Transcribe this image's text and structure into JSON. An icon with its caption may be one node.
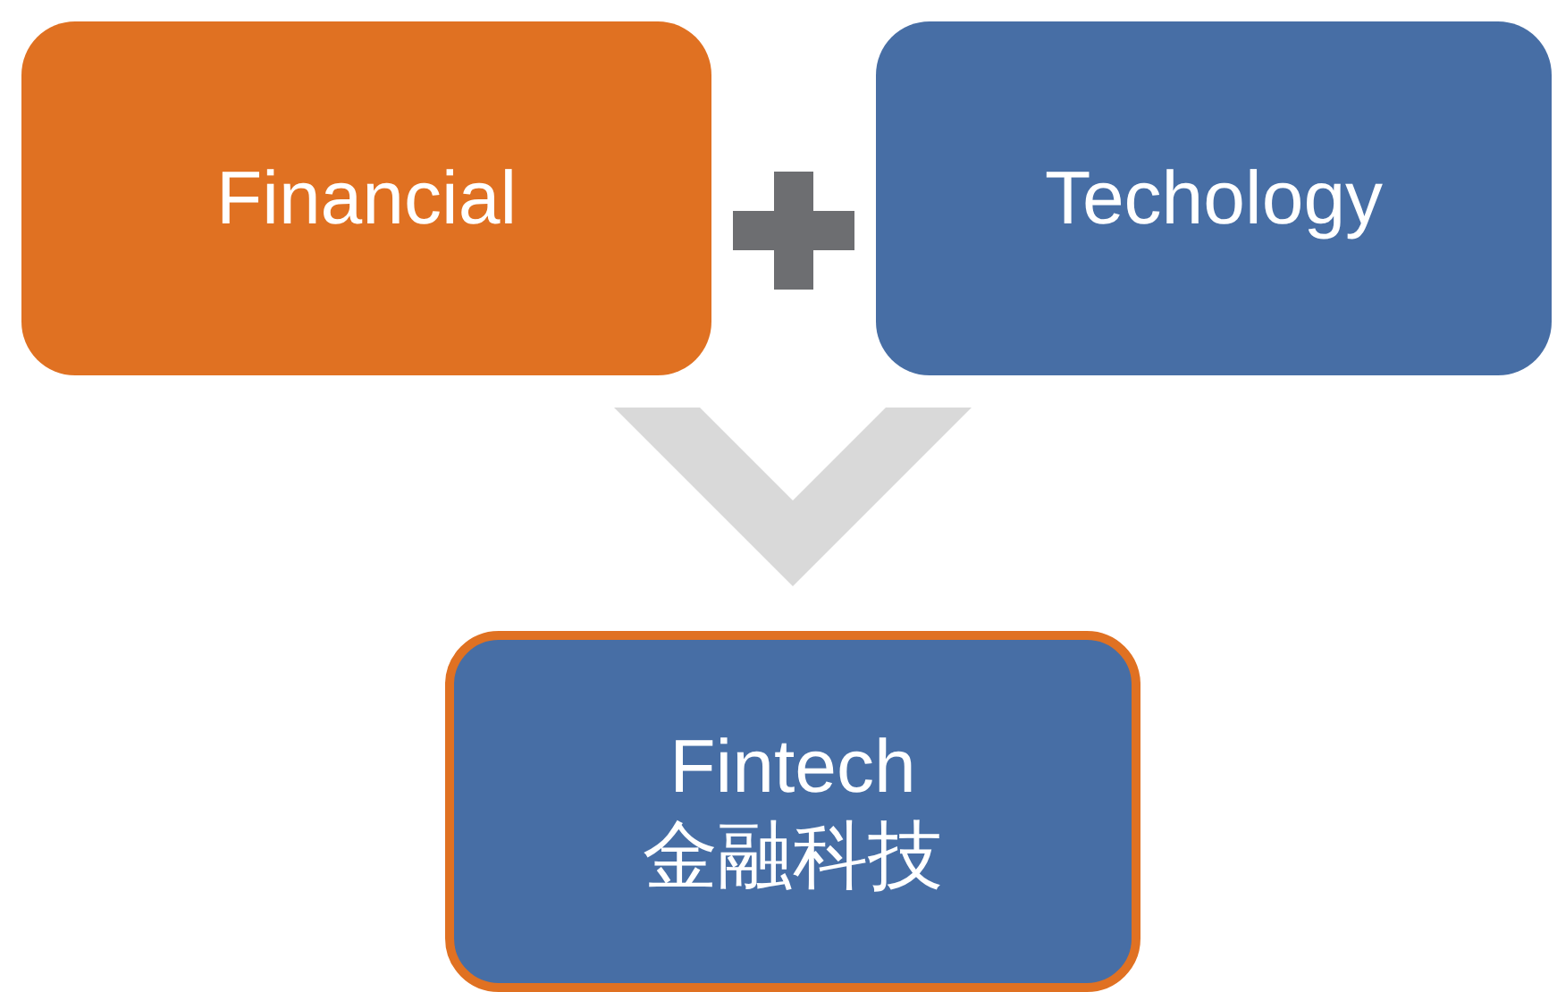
{
  "diagram": {
    "nodes": [
      {
        "text": [
          "Financial"
        ]
      },
      {
        "text": [
          "Techology"
        ]
      },
      {
        "text": [
          "Fintech",
          "金融科技"
        ]
      }
    ],
    "edges": [
      {
        "from": null,
        "to": 2,
        "arrow": "to",
        "color": "#d9d9d9"
      }
    ]
  }
}
